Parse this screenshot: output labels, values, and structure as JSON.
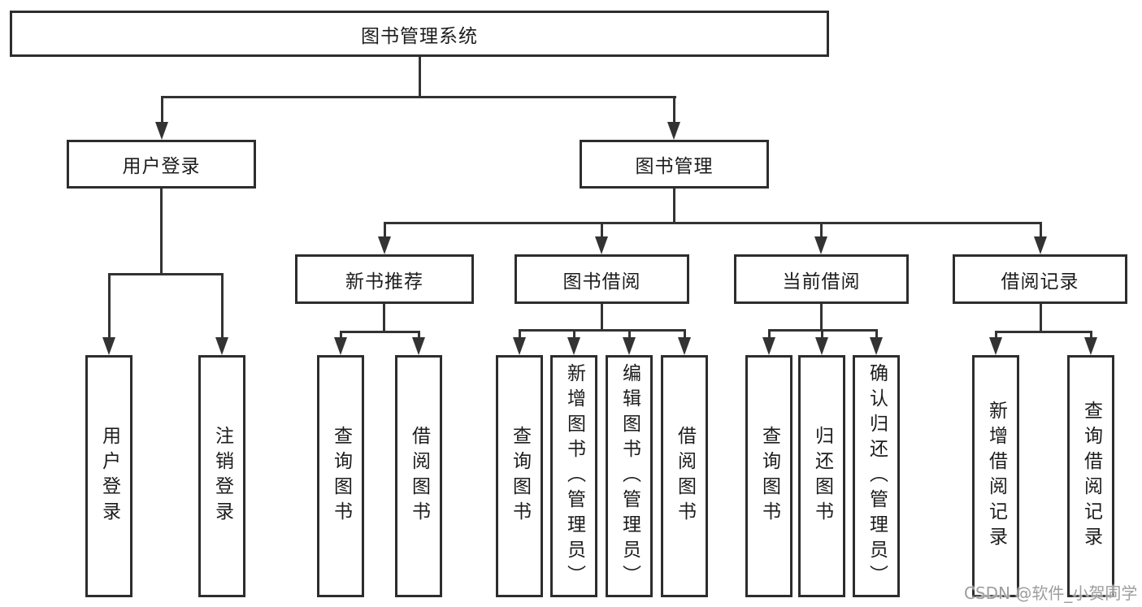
{
  "palette": {
    "background": "#ffffff",
    "line": "#333333",
    "box_border": "#2d2d2d",
    "text": "#1c1c1c",
    "watermark_text": "#9d9d9d"
  },
  "tree": {
    "root": {
      "label": "图书管理系统",
      "children": [
        {
          "label": "用户登录",
          "children": [
            {
              "label": "用户登录"
            },
            {
              "label": "注销登录"
            }
          ]
        },
        {
          "label": "图书管理",
          "children": [
            {
              "label": "新书推荐",
              "children": [
                {
                  "label": "查询图书"
                },
                {
                  "label": "借阅图书"
                }
              ]
            },
            {
              "label": "图书借阅",
              "children": [
                {
                  "label": "查询图书"
                },
                {
                  "label": "新增图书（管理员）"
                },
                {
                  "label": "编辑图书（管理员）"
                },
                {
                  "label": "借阅图书"
                }
              ]
            },
            {
              "label": "当前借阅",
              "children": [
                {
                  "label": "查询图书"
                },
                {
                  "label": "归还图书"
                },
                {
                  "label": "确认归还（管理员）"
                }
              ]
            },
            {
              "label": "借阅记录",
              "children": [
                {
                  "label": "新增借阅记录"
                },
                {
                  "label": "查询借阅记录"
                }
              ]
            }
          ]
        }
      ]
    }
  },
  "watermark": {
    "text": "CSDN @软件_小贺同学"
  }
}
